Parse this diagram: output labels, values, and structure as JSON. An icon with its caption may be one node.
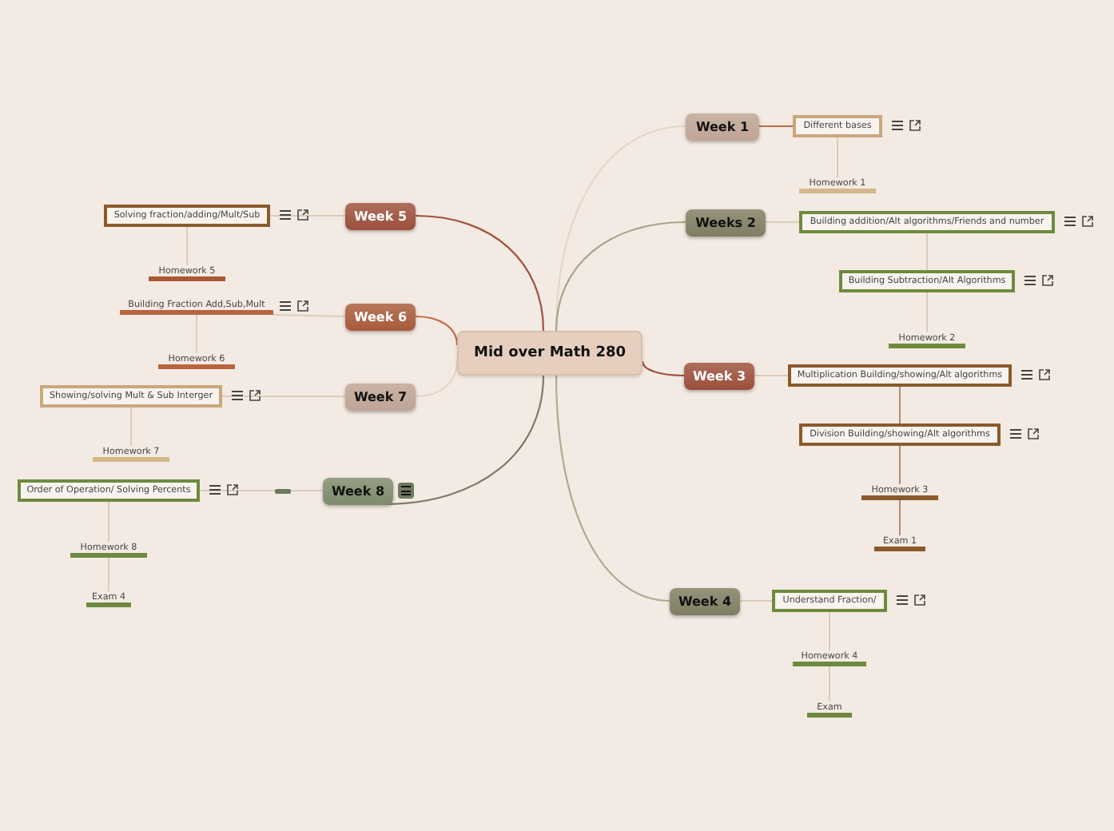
{
  "diagram": {
    "nodes": [
      {
        "text": [
          "Mid over Math 280"
        ]
      },
      {
        "text": [
          "Week 1"
        ]
      },
      {
        "text": [
          "Different bases"
        ]
      },
      {
        "text": [
          "Homework 1"
        ]
      },
      {
        "text": [
          "Weeks 2"
        ]
      },
      {
        "text": [
          "Building addition/Alt algorithms/Friends and number"
        ]
      },
      {
        "text": [
          "Building Subtraction/Alt Algorithms"
        ]
      },
      {
        "text": [
          "Homework 2"
        ]
      },
      {
        "text": [
          "Week 3"
        ]
      },
      {
        "text": [
          "Multiplication Building/showing/Alt algorithms"
        ]
      },
      {
        "text": [
          "Division Building/showing/Alt algorithms"
        ]
      },
      {
        "text": [
          "Homework 3"
        ]
      },
      {
        "text": [
          "Exam 1"
        ]
      },
      {
        "text": [
          "Week 4"
        ]
      },
      {
        "text": [
          "Understand Fraction/"
        ]
      },
      {
        "text": [
          "Homework 4"
        ]
      },
      {
        "text": [
          "Exam"
        ]
      },
      {
        "text": [
          "Week 5"
        ]
      },
      {
        "text": [
          "Solving fraction/adding/Mult/Sub"
        ]
      },
      {
        "text": [
          "Homework 5"
        ]
      },
      {
        "text": [
          "Week 6"
        ]
      },
      {
        "text": [
          "Building Fraction Add,Sub,Mult"
        ]
      },
      {
        "text": [
          "Homework 6"
        ]
      },
      {
        "text": [
          "Week 7"
        ]
      },
      {
        "text": [
          "Showing/solving Mult & Sub Interger"
        ]
      },
      {
        "text": [
          "Homework 7"
        ]
      },
      {
        "text": [
          "Week 8"
        ]
      },
      {
        "text": [
          "Order of Operation/ Solving Percents"
        ]
      },
      {
        "text": [
          "Homework 8"
        ]
      },
      {
        "text": [
          "Exam 4"
        ]
      }
    ],
    "edges": [
      {
        "from": 0,
        "to": 1,
        "arrow": "none",
        "color": "#e6d6c6"
      },
      {
        "from": 0,
        "to": 4,
        "arrow": "none",
        "color": "#a8a48a"
      },
      {
        "from": 0,
        "to": 8,
        "arrow": "none",
        "color": "#a0523e"
      },
      {
        "from": 0,
        "to": 13,
        "arrow": "none",
        "color": "#b0aa90"
      },
      {
        "from": 0,
        "to": 17,
        "arrow": "none",
        "color": "#a0523e"
      },
      {
        "from": 0,
        "to": 20,
        "arrow": "none",
        "color": "#c06a4a"
      },
      {
        "from": 0,
        "to": 23,
        "arrow": "none",
        "color": "#e6d6c6"
      },
      {
        "from": 0,
        "to": 26,
        "arrow": "none",
        "color": "#7e7a66"
      },
      {
        "from": 1,
        "to": 2,
        "arrow": "none",
        "color": "#c06a4a"
      },
      {
        "from": 2,
        "to": 3,
        "arrow": "none"
      },
      {
        "from": 4,
        "to": 5,
        "arrow": "none"
      },
      {
        "from": 5,
        "to": 6,
        "arrow": "none"
      },
      {
        "from": 6,
        "to": 7,
        "arrow": "none"
      },
      {
        "from": 8,
        "to": 9,
        "arrow": "none"
      },
      {
        "from": 9,
        "to": 10,
        "arrow": "none",
        "color": "#b08a78"
      },
      {
        "from": 10,
        "to": 11,
        "arrow": "none",
        "color": "#b08a78"
      },
      {
        "from": 11,
        "to": 12,
        "arrow": "none",
        "color": "#b08a78"
      },
      {
        "from": 13,
        "to": 14,
        "arrow": "none"
      },
      {
        "from": 14,
        "to": 15,
        "arrow": "none"
      },
      {
        "from": 15,
        "to": 16,
        "arrow": "none"
      },
      {
        "from": 17,
        "to": 18,
        "arrow": "none"
      },
      {
        "from": 18,
        "to": 19,
        "arrow": "none"
      },
      {
        "from": 20,
        "to": 21,
        "arrow": "none"
      },
      {
        "from": 21,
        "to": 22,
        "arrow": "none"
      },
      {
        "from": 23,
        "to": 24,
        "arrow": "none"
      },
      {
        "from": 24,
        "to": 25,
        "arrow": "none"
      },
      {
        "from": 26,
        "to": 27,
        "arrow": "none"
      },
      {
        "from": 27,
        "to": 28,
        "arrow": "none"
      },
      {
        "from": 28,
        "to": 29,
        "arrow": "none"
      }
    ]
  }
}
